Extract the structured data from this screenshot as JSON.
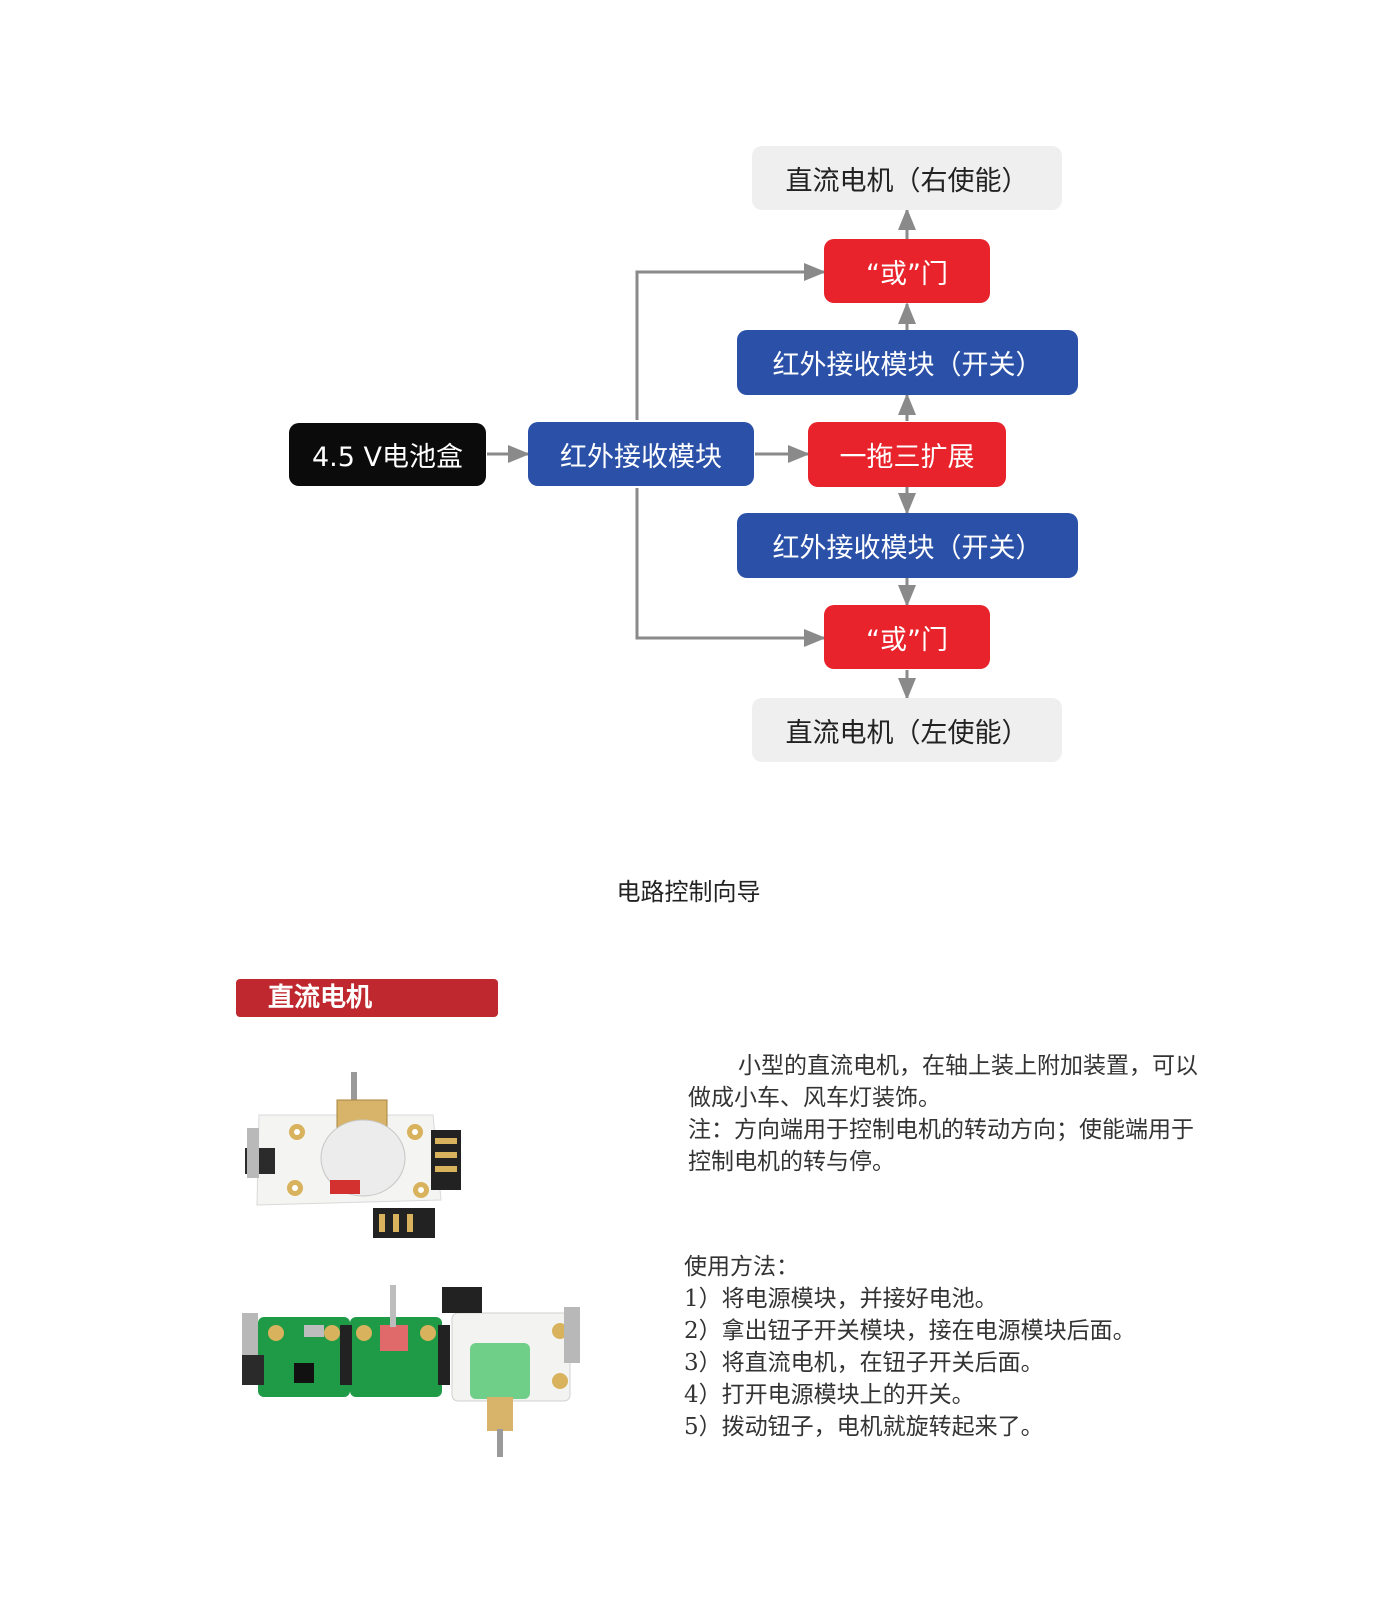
{
  "diagram": {
    "nodes": {
      "battery": "4.5 V电池盒",
      "ir_main": "红外接收模块",
      "splitter": "一拖三扩展",
      "ir_switch_top": "红外接收模块（开关）",
      "ir_switch_bottom": "红外接收模块（开关）",
      "or_gate_top": "“或”门",
      "or_gate_bottom": "“或”门",
      "motor_right": "直流电机（右使能）",
      "motor_left": "直流电机（左使能）"
    },
    "colors": {
      "black": "#0b0b0b",
      "blue": "#2a50a8",
      "red": "#e8232b",
      "gray": "#f0eff0",
      "arrow": "#8a8a8a"
    }
  },
  "caption": "电路控制向导",
  "section": {
    "title": "直流电机",
    "color": "#c0282f",
    "intro_line1": "小型的直流电机，在轴上装上附加装置，可以",
    "intro_line2": "做成小车、风车灯装饰。",
    "note_line1": "注：方向端用于控制电机的转动方向；使能端用于",
    "note_line2": "控制电机的转与停。",
    "usage_title": "使用方法：",
    "steps": [
      "1）将电源模块，并接好电池。",
      "2）拿出钮子开关模块，接在电源模块后面。",
      "3）将直流电机，在钮子开关后面。",
      "4）打开电源模块上的开关。",
      "5）拨动钮子，电机就旋转起来了。"
    ]
  }
}
